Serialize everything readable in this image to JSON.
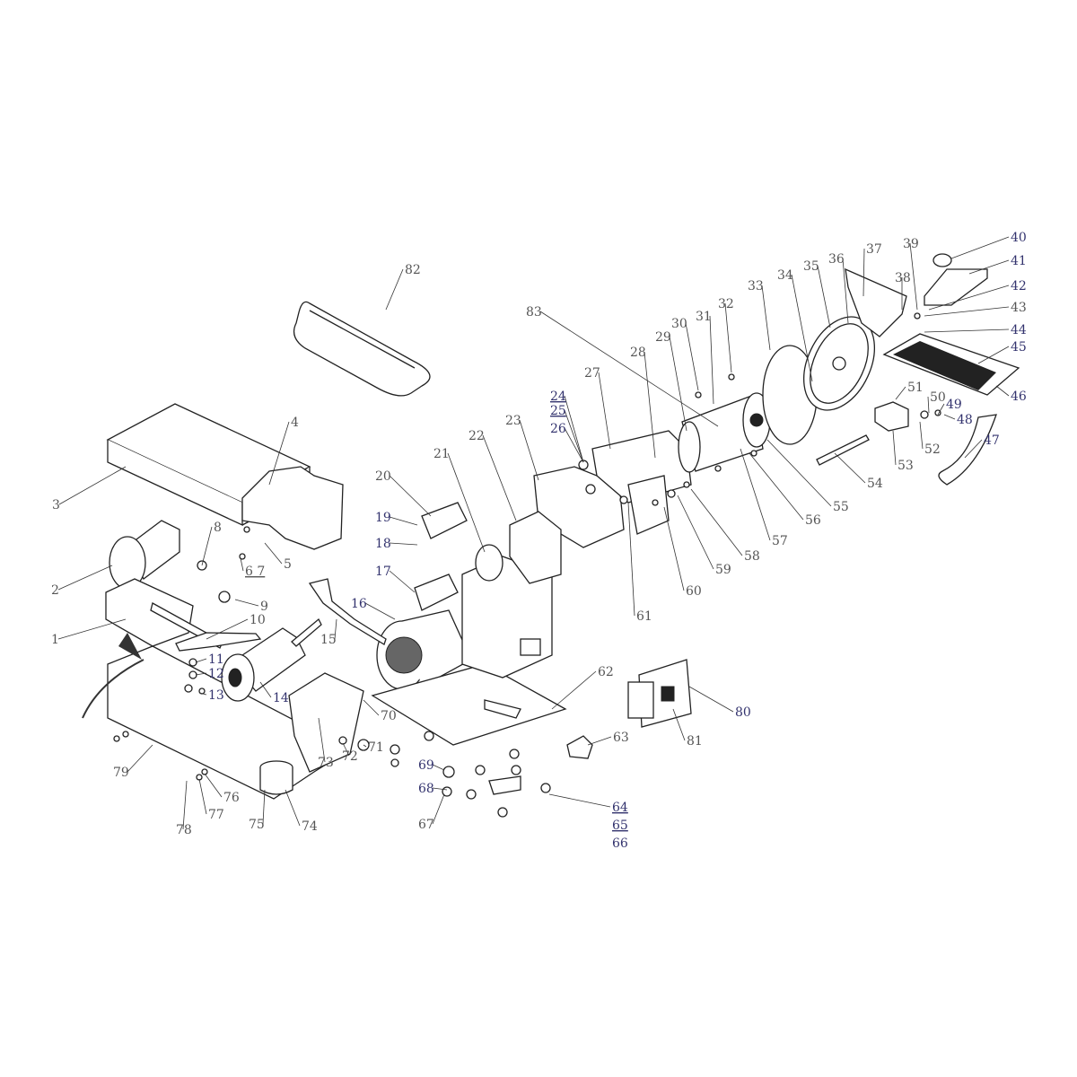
{
  "diagram": {
    "title": "Belt and disc sander exploded parts view",
    "colors": {
      "ink": "#222222",
      "label_gray": "#555555",
      "label_navy": "#33336e"
    },
    "labels": [
      "1",
      "2",
      "3",
      "4",
      "5",
      "6 7",
      "8",
      "9",
      "10",
      "11",
      "12",
      "13",
      "14",
      "15",
      "16",
      "17",
      "18",
      "19",
      "20",
      "21",
      "22",
      "23",
      "24",
      "25",
      "26",
      "27",
      "28",
      "29",
      "30",
      "31",
      "32",
      "33",
      "34",
      "35",
      "36",
      "37",
      "38",
      "39",
      "40",
      "41",
      "42",
      "43",
      "44",
      "45",
      "46",
      "47",
      "48",
      "49",
      "50",
      "51",
      "52",
      "53",
      "54",
      "55",
      "56",
      "57",
      "58",
      "59",
      "60",
      "61",
      "62",
      "63",
      "64",
      "65",
      "66",
      "67",
      "68",
      "69",
      "70",
      "71",
      "72",
      "73",
      "74",
      "75",
      "76",
      "77",
      "78",
      "79",
      "80",
      "81",
      "82",
      "83"
    ],
    "navy_labels": [
      "11",
      "12",
      "13",
      "14",
      "16",
      "17",
      "18",
      "19",
      "24",
      "25",
      "26",
      "40",
      "41",
      "42",
      "44",
      "45",
      "46",
      "47",
      "48",
      "49",
      "64",
      "65",
      "66",
      "68",
      "69",
      "80"
    ]
  }
}
